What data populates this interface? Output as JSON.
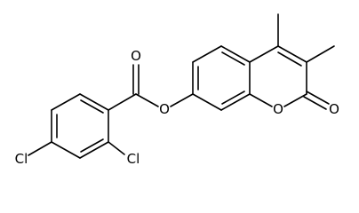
{
  "molecule": {
    "atom_labels": {
      "chlorine_para": "Cl",
      "chlorine_ortho": "Cl",
      "ester_carbonyl_oxygen": "O",
      "ester_oxygen": "O",
      "ring_oxygen": "O",
      "lactone_carbonyl_oxygen": "O"
    }
  }
}
